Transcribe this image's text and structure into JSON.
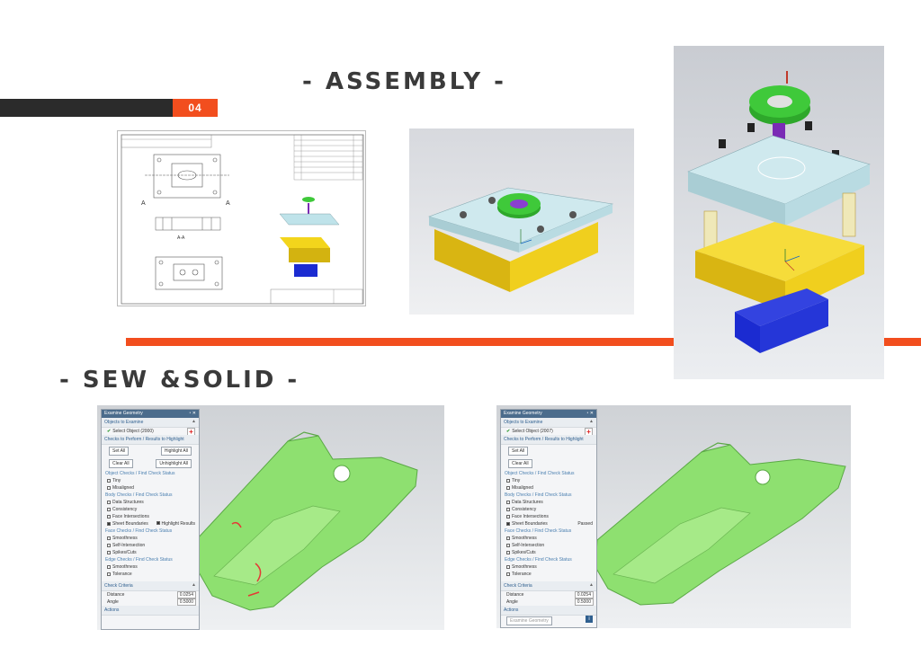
{
  "header": {
    "assembly_title": "- ASSEMBLY -",
    "sew_title": "- SEW &SOLID -",
    "page_number": "04"
  },
  "drawing": {
    "section_label": "A",
    "section_view": "A-A"
  },
  "dialog_left": {
    "title": "Examine Geometry",
    "window_controls": "◔ ✕",
    "objects_section": "Objects to Examine",
    "select_object": "Select Object (2000)",
    "checks_section": "Checks to Perform / Results to Highlight",
    "set_all": "Set All",
    "highlight_all": "Highlight All",
    "clear_all": "Clear All",
    "unhighlight_all": "Unhighlight All",
    "object_checks": "Object Checks / Find Check Status",
    "tiny": "Tiny",
    "misaligned": "Misaligned",
    "body_checks": "Body Checks / Find Check Status",
    "data_structures": "Data Structures",
    "consistency": "Consistency",
    "face_intersections": "Face Intersections",
    "sheet_boundaries": "Sheet Boundaries",
    "highlight_results": "Highlight Results",
    "face_checks": "Face Checks / Find Check Status",
    "smoothness": "Smoothness",
    "self_intersection": "Self-Intersection",
    "spikes_cuts": "Spikes/Cuts",
    "edge_checks": "Edge Checks / Find Check Status",
    "edge_smoothness": "Smoothness",
    "tolerance": "Tolerance",
    "check_criteria": "Check Criteria",
    "distance_label": "Distance",
    "distance_value": "0.0254",
    "angle_label": "Angle",
    "angle_value": "0.5000",
    "actions_section": "Actions"
  },
  "dialog_right": {
    "title": "Examine Geometry",
    "window_controls": "◔ ✕",
    "objects_section": "Objects to Examine",
    "select_object": "Select Object (2007)",
    "checks_section": "Checks to Perform / Results to Highlight",
    "set_all": "Set All",
    "clear_all": "Clear All",
    "object_checks": "Object Checks / Find Check Status",
    "tiny": "Tiny",
    "misaligned": "Misaligned",
    "body_checks": "Body Checks / Find Check Status",
    "data_structures": "Data Structures",
    "consistency": "Consistency",
    "face_intersections": "Face Intersections",
    "sheet_boundaries": "Sheet Boundaries",
    "sheet_status": "Passed",
    "face_checks": "Face Checks / Find Check Status",
    "smoothness": "Smoothness",
    "self_intersection": "Self-Intersection",
    "spikes_cuts": "Spikes/Cuts",
    "edge_checks": "Edge Checks / Find Check Status",
    "edge_smoothness": "Smoothness",
    "tolerance": "Tolerance",
    "check_criteria": "Check Criteria",
    "distance_label": "Distance",
    "distance_value": "0.0254",
    "angle_label": "Angle",
    "angle_value": "0.5000",
    "actions_section": "Actions",
    "examine_button": "Examine Geometry"
  },
  "colors": {
    "accent": "#f24e1e",
    "dark_bar": "#2b2b2b",
    "plate": "#bfe3ea",
    "block": "#f3d51c",
    "green_part": "#3fc93a",
    "blue_base": "#1b2bd1",
    "sheet_green": "#8ee070"
  }
}
